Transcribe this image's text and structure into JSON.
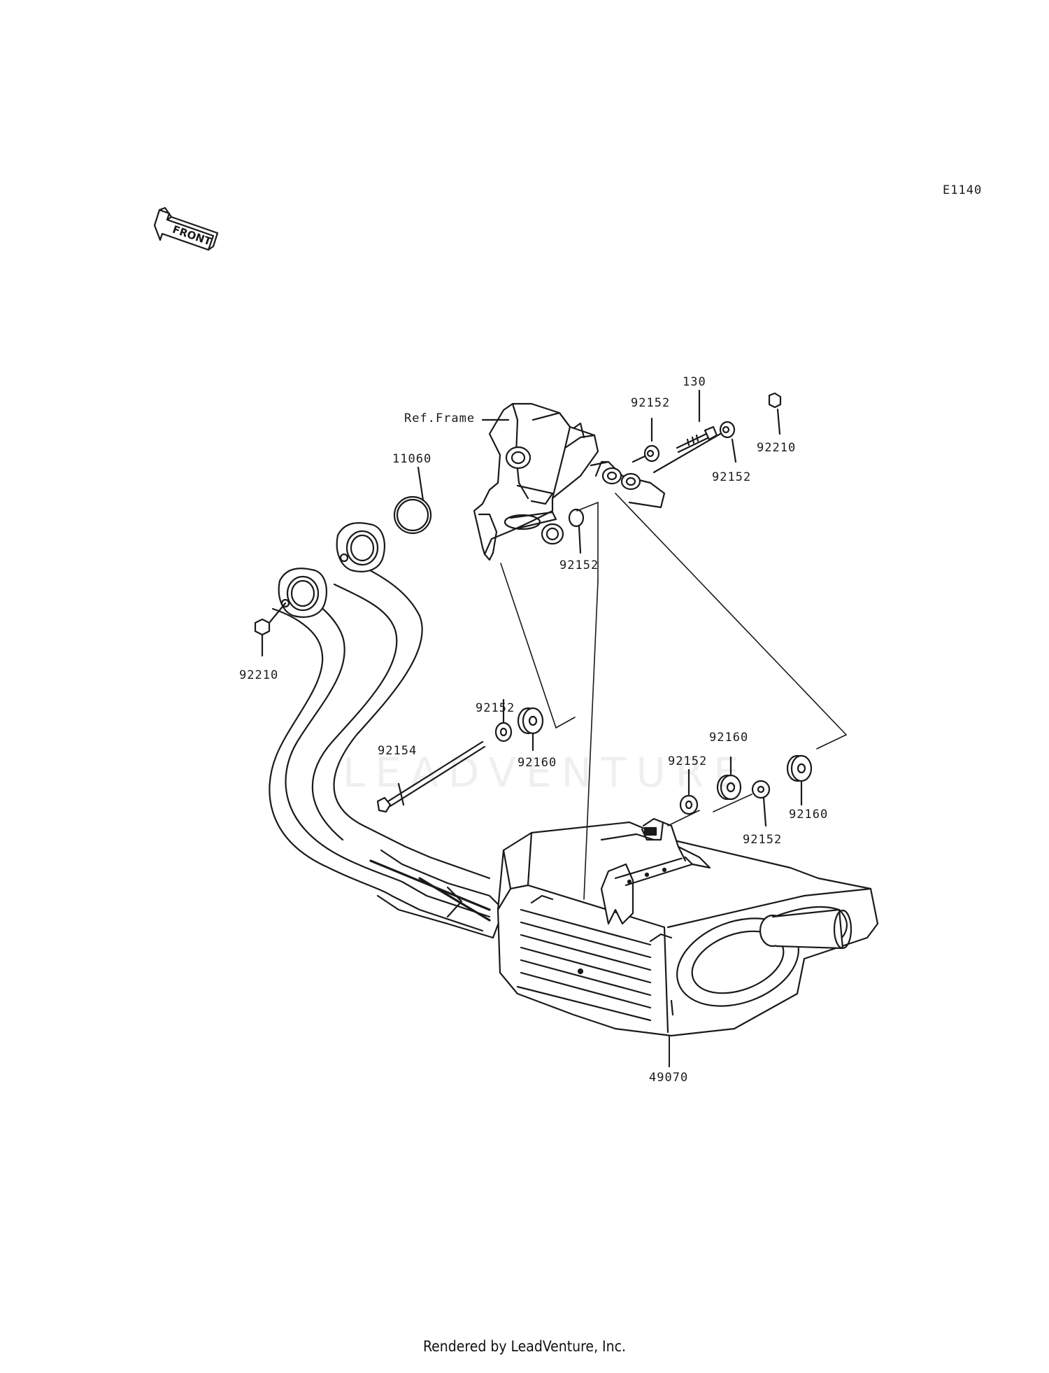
{
  "diagram_code": "E1140",
  "front_label": "FRONT",
  "ref_frame_label": "Ref.Frame",
  "part_labels": [
    {
      "id": "p130",
      "text": "130"
    },
    {
      "id": "p92152_a",
      "text": "92152"
    },
    {
      "id": "p92210_a",
      "text": "92210"
    },
    {
      "id": "p92152_b",
      "text": "92152"
    },
    {
      "id": "p11060",
      "text": "11060"
    },
    {
      "id": "p92152_c",
      "text": "92152"
    },
    {
      "id": "p92210_b",
      "text": "92210"
    },
    {
      "id": "p92152_d",
      "text": "92152"
    },
    {
      "id": "p92160_a",
      "text": "92160"
    },
    {
      "id": "p92154",
      "text": "92154"
    },
    {
      "id": "p92160_b",
      "text": "92160"
    },
    {
      "id": "p92152_e",
      "text": "92152"
    },
    {
      "id": "p92160_c",
      "text": "92160"
    },
    {
      "id": "p92152_f",
      "text": "92152"
    },
    {
      "id": "p49070",
      "text": "49070"
    }
  ],
  "watermark": "LEADVENTURE",
  "footer": "Rendered by LeadVenture, Inc."
}
